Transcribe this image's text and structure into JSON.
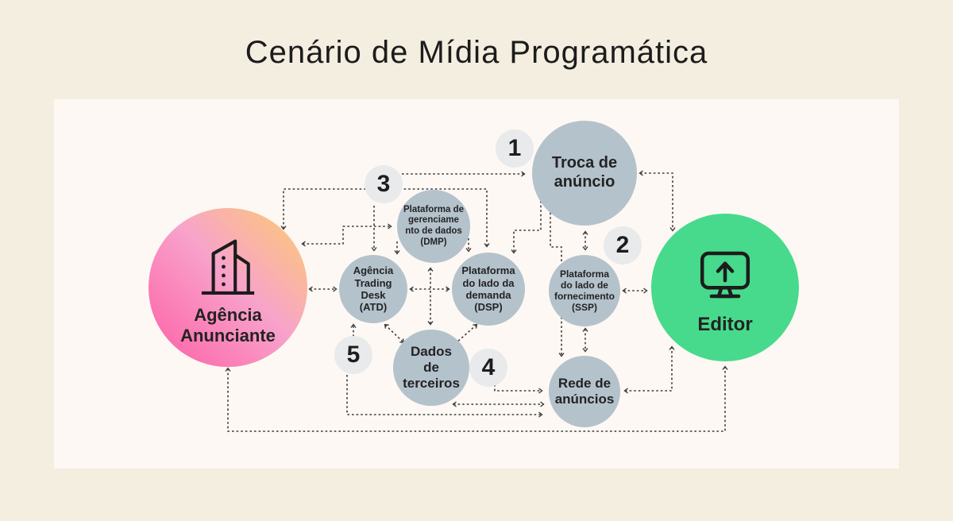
{
  "title": "Cenário de Mídia Programática",
  "colors": {
    "page-bg": "#f4eee1",
    "panel-bg": "#fdf8f3",
    "node-fill": "#b4c2cc",
    "badge-fill": "#e8eaeb",
    "editor-green": "#47da8c",
    "agency-pink": "#fc6fae",
    "agency-mid": "#f8a3cb",
    "agency-orange": "#fccb72",
    "arrow": "#3c3c3c",
    "text": "#1c1c1c"
  },
  "nodes": {
    "agencia": "Agência\nAnunciante",
    "editor": "Editor",
    "troca": "Troca de\nanúncio",
    "dmp": "Plataforma de\ngerenciame\nnto de dados\n(DMP)",
    "atd": "Agência\nTrading\nDesk\n(ATD)",
    "dsp": "Plataforma\ndo lado da\ndemanda\n(DSP)",
    "ssp": "Plataforma\ndo lado de\nfornecimento\n(SSP)",
    "dados": "Dados\nde\nterceiros",
    "rede": "Rede de\nanúncios"
  },
  "badges": {
    "b1": "1",
    "b2": "2",
    "b3": "3",
    "b4": "4",
    "b5": "5"
  },
  "icons": {
    "agency": "building-icon",
    "editor": "monitor-upload-icon"
  }
}
